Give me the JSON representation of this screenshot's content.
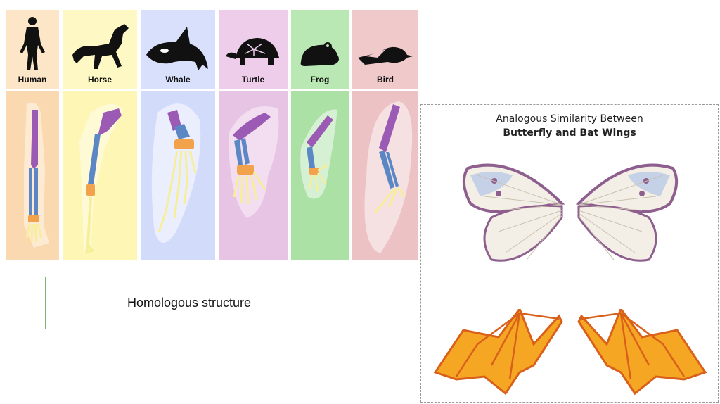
{
  "homology": {
    "animals": [
      {
        "name": "Human",
        "bg_top": "#fde6c7",
        "bg_bottom": "#fbd9b0"
      },
      {
        "name": "Horse",
        "bg_top": "#fdf8c4",
        "bg_bottom": "#fdf6b4"
      },
      {
        "name": "Whale",
        "bg_top": "#d9e0fb",
        "bg_bottom": "#d2dbfa"
      },
      {
        "name": "Turtle",
        "bg_top": "#eecdea",
        "bg_bottom": "#e8c4e4"
      },
      {
        "name": "Frog",
        "bg_top": "#b9e8b4",
        "bg_bottom": "#abe1a5"
      },
      {
        "name": "Bird",
        "bg_top": "#f0c9cb",
        "bg_bottom": "#edc2c5"
      }
    ],
    "caption": "Homologous structure",
    "bone_colors": {
      "humerus": "#9b5bb5",
      "forearm": "#5b88c5",
      "wrist": "#f2a24a",
      "digits": "#f7ee9a"
    }
  },
  "analogy": {
    "title_line1": "Analogous Similarity Between",
    "title_line2": "Butterfly and Bat Wings",
    "colors": {
      "butterfly_edge": "#8e5e8e",
      "butterfly_fill": "#f3efe6",
      "butterfly_blue": "#b9c9e6",
      "bat_orange": "#f5a623",
      "bat_dark": "#d9601a"
    }
  }
}
